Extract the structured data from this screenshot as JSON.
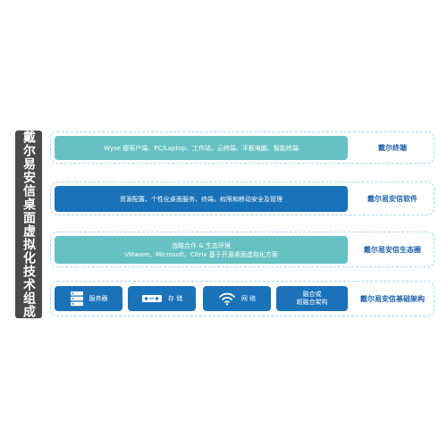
{
  "side_title": "戴尔易安信桌面虚拟化技术组成",
  "layers": {
    "endpoint": {
      "bar_text": "Wyse 瘦客户端、PC/Laptop、工作站、云终端、平板电脑、智能终端",
      "label": "戴尔终端"
    },
    "software": {
      "bar_text": "资源配置、个性化桌面服务、终端，权限和移动安全及管理",
      "label": "戴尔易安信软件"
    },
    "ecosystem": {
      "bar_line1": "战略合作 & 生态环境",
      "bar_line2": "VMware、Microsoft、Citrix 基于开源桌面虚拟化方案",
      "label": "戴尔易安信生态圈"
    },
    "infrastructure": {
      "label": "戴尔易安信基础架构",
      "items": [
        {
          "label": "服务器",
          "icon": "server-icon"
        },
        {
          "label": "存 储",
          "icon": "storage-icon"
        },
        {
          "label": "网 络",
          "icon": "wifi-icon"
        },
        {
          "label": "融合或\n超融合架构",
          "icon": ""
        }
      ]
    }
  },
  "colors": {
    "teal": "#66c2c2",
    "blue": "#1a72b8",
    "label_blue": "#1f63a8",
    "side_dark": "#4a4a4a",
    "dashed_border": "#a9d6f0"
  }
}
